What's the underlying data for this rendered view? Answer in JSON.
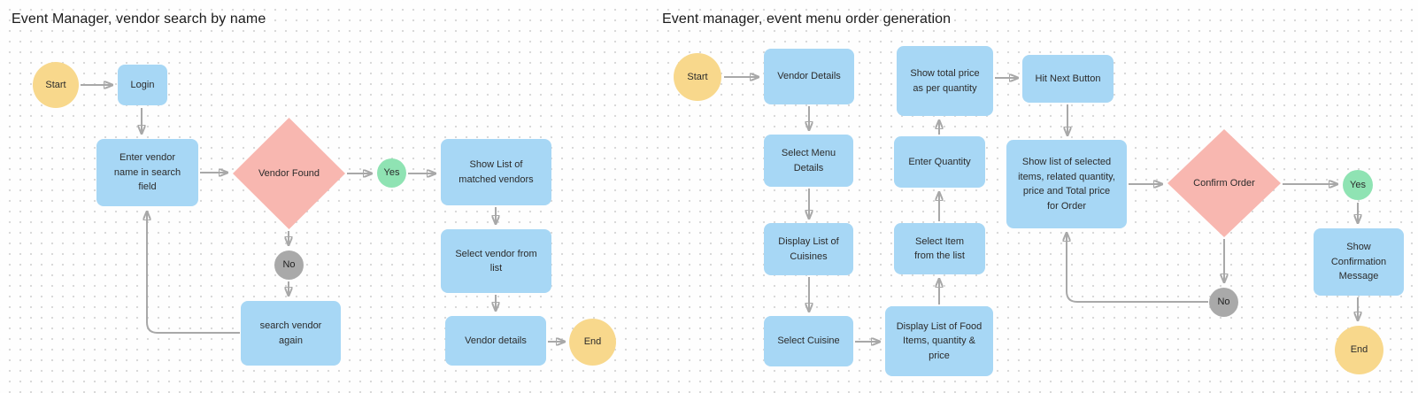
{
  "colors": {
    "process_fill": "#a7d7f5",
    "decision_fill": "#f8b7b0",
    "terminal_fill": "#f8d88c",
    "yes_fill": "#8fe3b3",
    "no_fill": "#a9a9a9",
    "arrow": "#a8a8a8",
    "text": "#2b2b2b",
    "canvas_dot": "#d7d7d7"
  },
  "flowcharts": [
    {
      "title": "Event Manager, vendor search by name",
      "nodes": [
        {
          "id": "start",
          "type": "terminal",
          "label": "Start"
        },
        {
          "id": "login",
          "type": "process",
          "label": "Login"
        },
        {
          "id": "enter-vendor-name",
          "type": "process",
          "label": "Enter vendor name in search field"
        },
        {
          "id": "vendor-found",
          "type": "decision",
          "label": "Vendor Found"
        },
        {
          "id": "yes",
          "type": "label-yes",
          "label": "Yes"
        },
        {
          "id": "show-matched-list",
          "type": "process",
          "label": "Show List of matched vendors"
        },
        {
          "id": "no",
          "type": "label-no",
          "label": "No"
        },
        {
          "id": "search-again",
          "type": "process",
          "label": "search vendor again"
        },
        {
          "id": "select-vendor",
          "type": "process",
          "label": "Select vendor from list"
        },
        {
          "id": "vendor-details",
          "type": "process",
          "label": "Vendor details"
        },
        {
          "id": "end",
          "type": "terminal",
          "label": "End"
        }
      ]
    },
    {
      "title": "Event manager, event menu order generation",
      "nodes": [
        {
          "id": "start",
          "type": "terminal",
          "label": "Start"
        },
        {
          "id": "vendor-details",
          "type": "process",
          "label": "Vendor Details"
        },
        {
          "id": "select-menu-details",
          "type": "process",
          "label": "Select Menu Details"
        },
        {
          "id": "display-cuisines",
          "type": "process",
          "label": "Display List of Cuisines"
        },
        {
          "id": "select-cuisine",
          "type": "process",
          "label": "Select Cuisine"
        },
        {
          "id": "display-food-items",
          "type": "process",
          "label": "Display List of Food Items, quantity & price"
        },
        {
          "id": "select-item",
          "type": "process",
          "label": "Select Item from the list"
        },
        {
          "id": "enter-quantity",
          "type": "process",
          "label": "Enter Quantity"
        },
        {
          "id": "show-total-price",
          "type": "process",
          "label": "Show total price as per quantity"
        },
        {
          "id": "hit-next-button",
          "type": "process",
          "label": "Hit Next Button"
        },
        {
          "id": "show-selected-items",
          "type": "process",
          "label": "Show list of selected items, related quantity, price and Total price for Order"
        },
        {
          "id": "confirm-order",
          "type": "decision",
          "label": "Confirm Order"
        },
        {
          "id": "yes",
          "type": "label-yes",
          "label": "Yes"
        },
        {
          "id": "show-confirmation",
          "type": "process",
          "label": "Show Confirmation Message"
        },
        {
          "id": "no",
          "type": "label-no",
          "label": "No"
        },
        {
          "id": "end",
          "type": "terminal",
          "label": "End"
        }
      ]
    }
  ]
}
